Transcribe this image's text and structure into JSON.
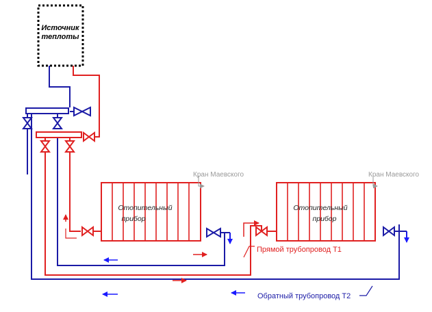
{
  "source": {
    "label_line1": "Источник",
    "label_line2": "теплоты"
  },
  "radiators": [
    {
      "label_line1": "Отопительный",
      "label_line2": "прибор",
      "valve_label": "Кран Маевского"
    },
    {
      "label_line1": "Отопительный",
      "label_line2": "прибор",
      "valve_label": "Кран Маевского"
    }
  ],
  "pipes": {
    "supply": {
      "label": "Прямой трубопровод Т1",
      "color": "#e02020"
    },
    "return": {
      "label": "Обратный трубопровод Т2",
      "color": "#1a1aa6"
    }
  },
  "colors": {
    "supply": "#e02020",
    "return": "#1a1aa6",
    "flow_arrow_blue": "#1a1aff",
    "annotation_gray": "#9a9a9a"
  }
}
